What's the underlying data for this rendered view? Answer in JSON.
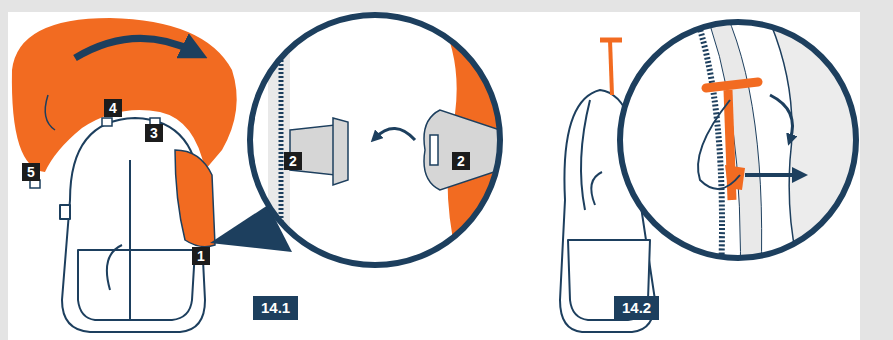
{
  "diagram": {
    "labels": [
      "5",
      "4",
      "3",
      "1",
      "2",
      "2",
      "14.1",
      "14.2"
    ]
  }
}
